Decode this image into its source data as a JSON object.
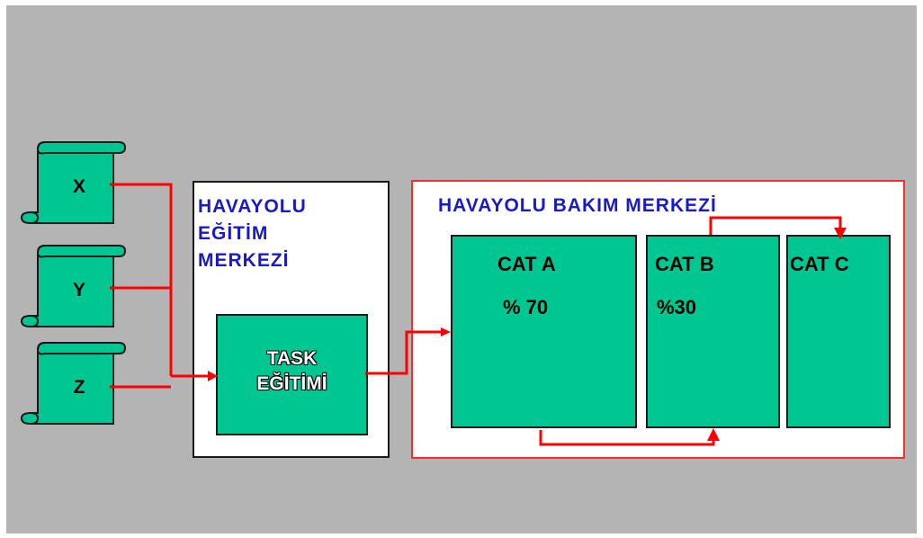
{
  "inputs": [
    {
      "label": "X"
    },
    {
      "label": "Y"
    },
    {
      "label": "Z"
    }
  ],
  "training_center": {
    "title_lines": [
      "HAVAYOLU",
      "EĞİTİM",
      "MERKEZİ"
    ],
    "task_lines": [
      "TASK",
      "EĞİTİMİ"
    ]
  },
  "maintenance_center": {
    "title": "HAVAYOLU BAKIM MERKEZİ",
    "categories": [
      {
        "name": "CAT A",
        "share": "% 70"
      },
      {
        "name": "CAT B",
        "share": "%30"
      },
      {
        "name": "CAT C",
        "share": ""
      }
    ]
  },
  "colors": {
    "background": "#b4b4b4",
    "block_fill": "#00c791",
    "title_text": "#1a1ac8",
    "connector": "#ff0000",
    "maintenance_border": "#ff2a2a"
  }
}
